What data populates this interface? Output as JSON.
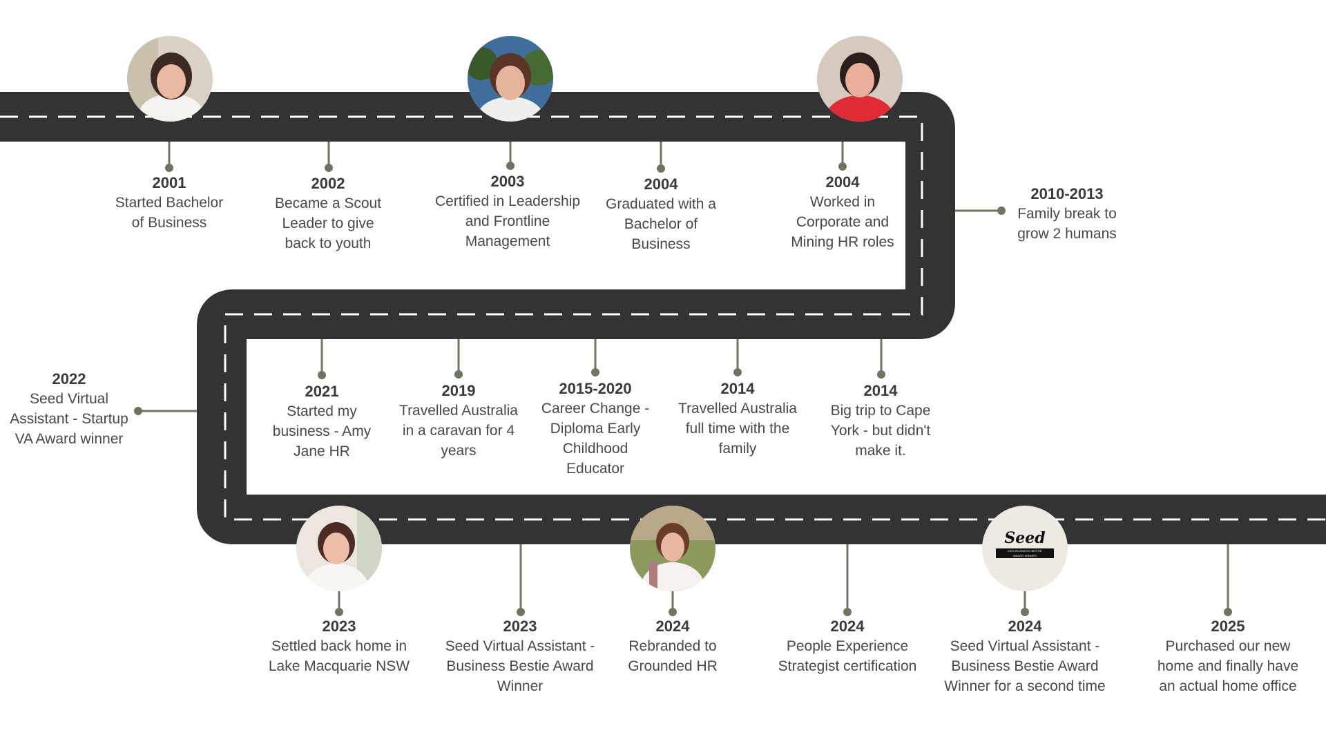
{
  "colors": {
    "road": "#333333",
    "road_dash": "#ffffff",
    "connector": "#6d7560",
    "text": "#444444"
  },
  "milestones": [
    {
      "year": "2001",
      "desc": "Started Bachelor of Business"
    },
    {
      "year": "2002",
      "desc": "Became a Scout Leader to give back to youth"
    },
    {
      "year": "2003",
      "desc": "Certified in Leadership and Frontline Management"
    },
    {
      "year": "2004",
      "desc": "Graduated with a Bachelor of Business"
    },
    {
      "year": "2004",
      "desc": "Worked in Corporate and Mining HR roles"
    },
    {
      "year": "2010-2013",
      "desc": "Family break to grow 2 humans"
    },
    {
      "year": "2021",
      "desc": "Started my business - Amy Jane HR"
    },
    {
      "year": "2019",
      "desc": "Travelled Australia in a caravan for 4 years"
    },
    {
      "year": "2015-2020",
      "desc": "Career Change - Diploma Early Childhood Educator"
    },
    {
      "year": "2014",
      "desc": "Travelled Australia full time with the family"
    },
    {
      "year": "2014",
      "desc": "Big trip to Cape York - but didn't make it."
    },
    {
      "year": "2022",
      "desc": "Seed Virtual Assistant - Startup VA Award winner"
    },
    {
      "year": "2023",
      "desc": "Settled back home in Lake Macquarie NSW"
    },
    {
      "year": "2023",
      "desc": "Seed Virtual Assistant - Business Bestie Award Winner"
    },
    {
      "year": "2024",
      "desc": "Rebranded to Grounded HR"
    },
    {
      "year": "2024",
      "desc": "People Experience Strategist certification"
    },
    {
      "year": "2024",
      "desc": "Seed Virtual Assistant - Business Bestie Award Winner for a second time"
    },
    {
      "year": "2025",
      "desc": "Purchased our new home and finally have an actual home office"
    }
  ],
  "badge": {
    "word": "Seed",
    "ribbon_line1": "2024 BUSINESS BESTIE",
    "ribbon_line2": "AWARD WINNER"
  }
}
